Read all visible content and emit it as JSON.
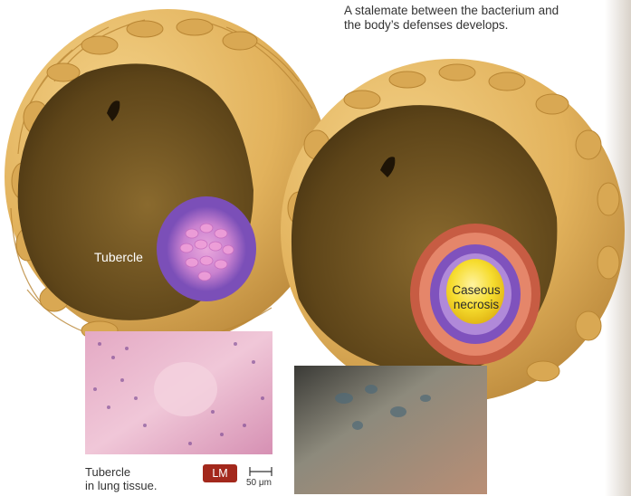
{
  "caption_top": {
    "line1": "A stalemate between the bacterium and",
    "line2": "the body’s defenses develops."
  },
  "labels": {
    "tubercle": "Tubercle",
    "caseous_line1": "Caseous",
    "caseous_line2": "necrosis"
  },
  "micrograph": {
    "caption_line1": "Tubercle",
    "caption_line2": "in lung tissue.",
    "badge": "LM",
    "scale": "50 μm"
  },
  "colors": {
    "alveolus_wall": "#e0b560",
    "alveolus_interior": "#5c4217",
    "tubercle_purple": "#8a5cc0",
    "caseous_yellow": "#f5dc2e",
    "badge_red": "#a3281c"
  }
}
